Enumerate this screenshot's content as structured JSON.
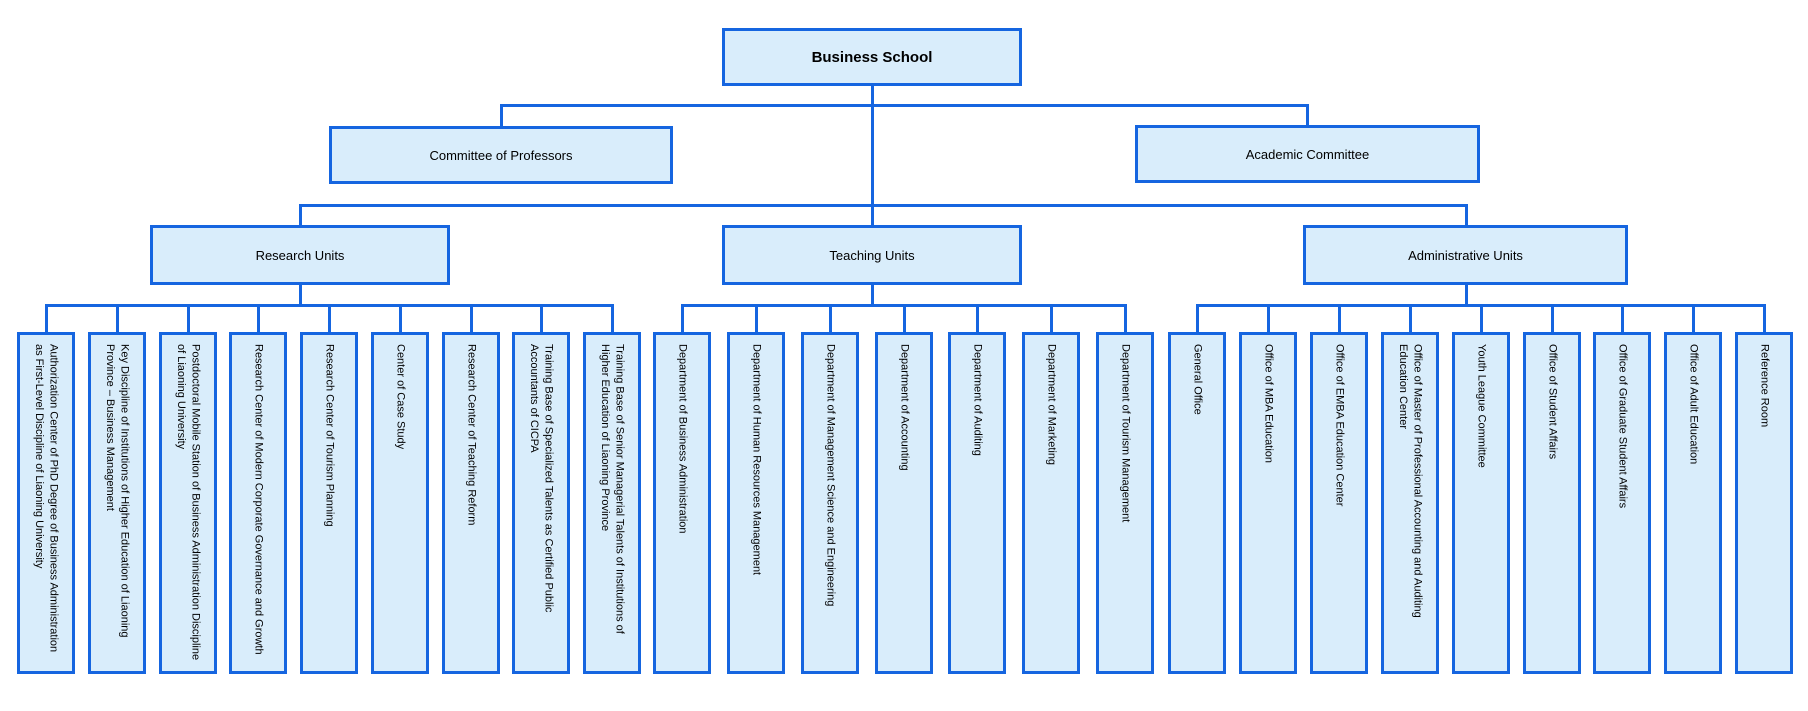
{
  "org_chart": {
    "root": {
      "label": "Business School"
    },
    "level2": [
      {
        "label": "Committee of Professors"
      },
      {
        "label": "Academic Committee"
      }
    ],
    "groups": [
      {
        "label": "Research Units",
        "children": [
          "Authorization Center of PhD Degree of Business Administration as First-Level Discipline of Liaoning University",
          "Key Discipline of Institutions of Higher Education of Liaoning Province – Business Management",
          "Postdoctoral Mobile Station of Business Administration Discipline of Liaoning University",
          "Research Center of Modern Corporate Governance and Growth",
          "Research Center of Tourism Planning",
          "Center of Case Study",
          "Research Center of Teaching Reform",
          "Training Base of Specialized Talents as Certified Public Accountants of CICPA",
          "Training Base of Senior Managerial Talents of Institutions of Higher Education of Liaoning Province"
        ]
      },
      {
        "label": "Teaching Units",
        "children": [
          "Department of Business Administration",
          "Department of Human Resources Management",
          "Department of Management Science and Engineering",
          "Department of Accounting",
          "Department of Auditing",
          "Department of Marketing",
          "Department of Tourism Management"
        ]
      },
      {
        "label": "Administrative Units",
        "children": [
          "General Office",
          "Office of MBA Education",
          "Office of EMBA Education Center",
          "Office of Master of Professional Accounting and Auditing Education Center",
          "Youth League Committee",
          "Office of Student Affairs",
          "Office of Graduate Student Affairs",
          "Office of Adult Education",
          "Reference Room"
        ]
      }
    ],
    "colors": {
      "box_fill": "#d9edfb",
      "box_border": "#1565e0",
      "connector": "#1565e0",
      "text": "#000000"
    }
  }
}
